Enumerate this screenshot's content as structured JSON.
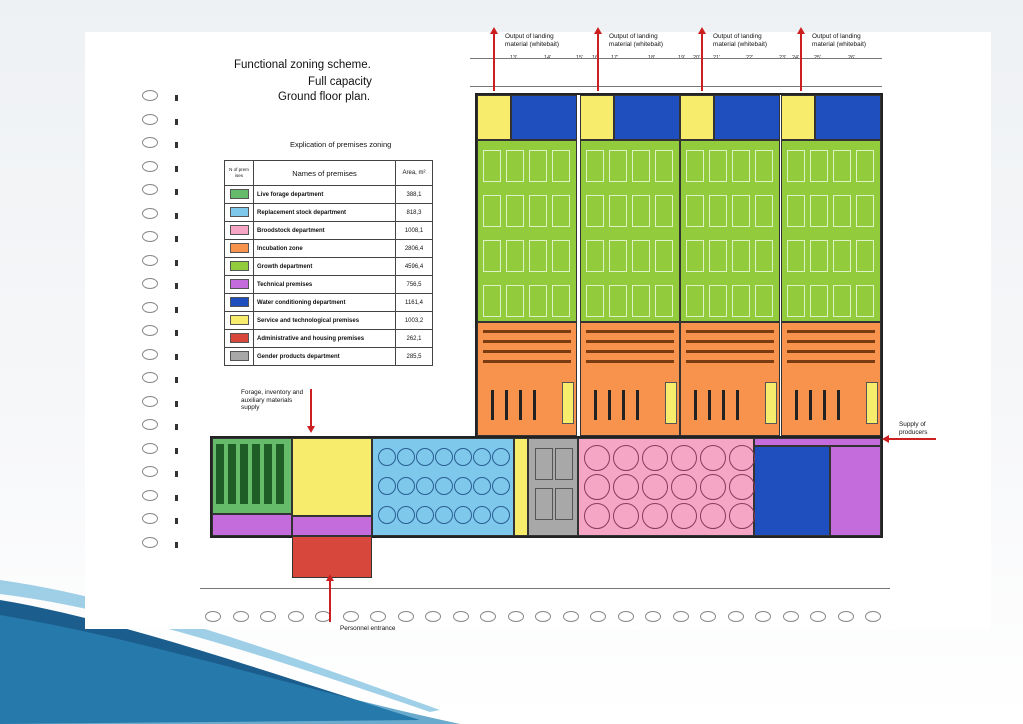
{
  "title": {
    "line1": "Functional zoning scheme.",
    "line2": "Full capacity",
    "line3": "Ground floor plan."
  },
  "explication": {
    "title": "Explication of premises zoning",
    "col_no": "N of prem ises",
    "col_name": "Names of premises",
    "col_area": "Area, m²",
    "rows": [
      {
        "name": "Live forage department",
        "area": "388,1",
        "color": "#66bb6a"
      },
      {
        "name": "Replacement stock department",
        "area": "818,3",
        "color": "#7ec8ec"
      },
      {
        "name": "Broodstock department",
        "area": "1008,1",
        "color": "#f4a6c4"
      },
      {
        "name": "Incubation zone",
        "area": "2806,4",
        "color": "#f7934c"
      },
      {
        "name": "Growth department",
        "area": "4596,4",
        "color": "#92cc3c"
      },
      {
        "name": "Technical premises",
        "area": "756,5",
        "color": "#c46cdc"
      },
      {
        "name": "Water conditioning department",
        "area": "1161,4",
        "color": "#1f4fbf"
      },
      {
        "name": "Service and technological premises",
        "area": "1003,2",
        "color": "#f7ec6c"
      },
      {
        "name": "Administrative and housing premises",
        "area": "262,1",
        "color": "#d8473b"
      },
      {
        "name": "Gender products department",
        "area": "285,5",
        "color": "#a8a8a8"
      }
    ]
  },
  "annotations": {
    "output_label": "Output of landing material (whitebait)",
    "forage": "Forage, inventory and auxiliary materials supply",
    "supply": "Supply of producers",
    "personnel": "Personnel entrance"
  },
  "axes_top": [
    "13'",
    "14'",
    "15'",
    "16'",
    "17'",
    "18'",
    "19'",
    "20'",
    "21'",
    "22'",
    "23'",
    "24'",
    "25'",
    "26'"
  ]
}
